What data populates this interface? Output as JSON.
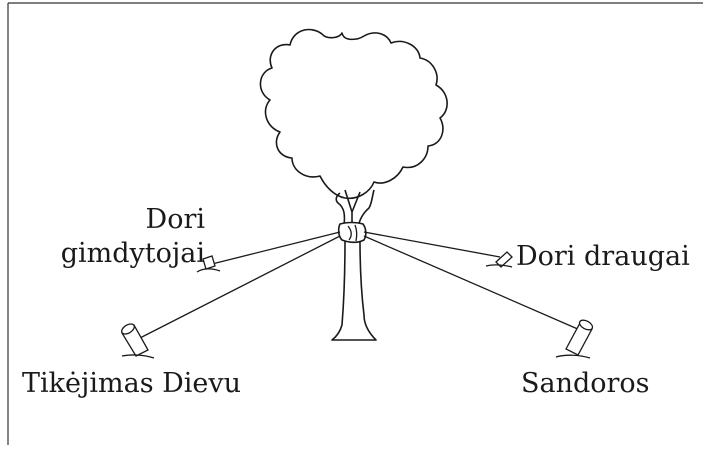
{
  "labels": {
    "parents_line1": "Dori",
    "parents_line2": "gimdytojai",
    "friends": "Dori draugai",
    "faith": "Tikėjimas Dievu",
    "covenants": "Sandoros"
  },
  "colors": {
    "stroke": "#1a1a1a",
    "frame": "#333333",
    "background": "#ffffff"
  }
}
